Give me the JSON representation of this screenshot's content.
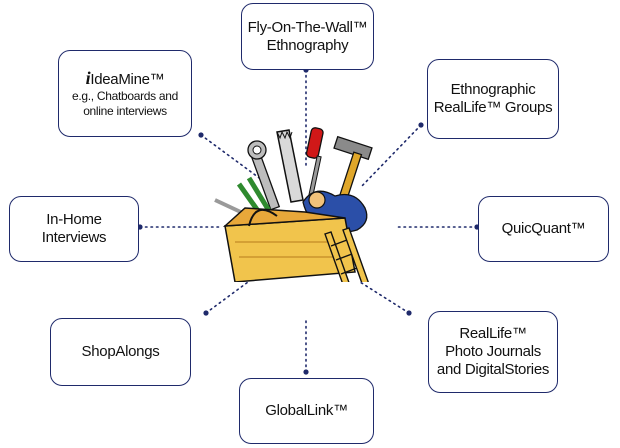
{
  "nodes": {
    "fly_on_the_wall": {
      "lines": [
        "Fly-On-The-Wall™",
        "Ethnography"
      ]
    },
    "ideamine": {
      "brand_i": "i",
      "brand_rest": "IdeaMine™",
      "sub_lines": [
        "e.g., Chatboards and",
        "online interviews"
      ]
    },
    "ethnographic": {
      "lines": [
        "Ethnographic",
        "RealLife™ Groups"
      ]
    },
    "in_home": {
      "lines": [
        "In-Home",
        "Interviews"
      ]
    },
    "quicquant": {
      "lines": [
        "QuicQuant™"
      ]
    },
    "shopalongs": {
      "lines": [
        "ShopAlongs"
      ]
    },
    "reallife_photo": {
      "lines": [
        "RealLife™",
        "Photo Journals",
        "and DigitalStories"
      ]
    },
    "globallink": {
      "lines": [
        "GlobalLink™"
      ]
    }
  },
  "colors": {
    "border": "#1f2a6b",
    "connector": "#1f2a6b"
  },
  "center_image": "toolbox-with-tools-illustration"
}
